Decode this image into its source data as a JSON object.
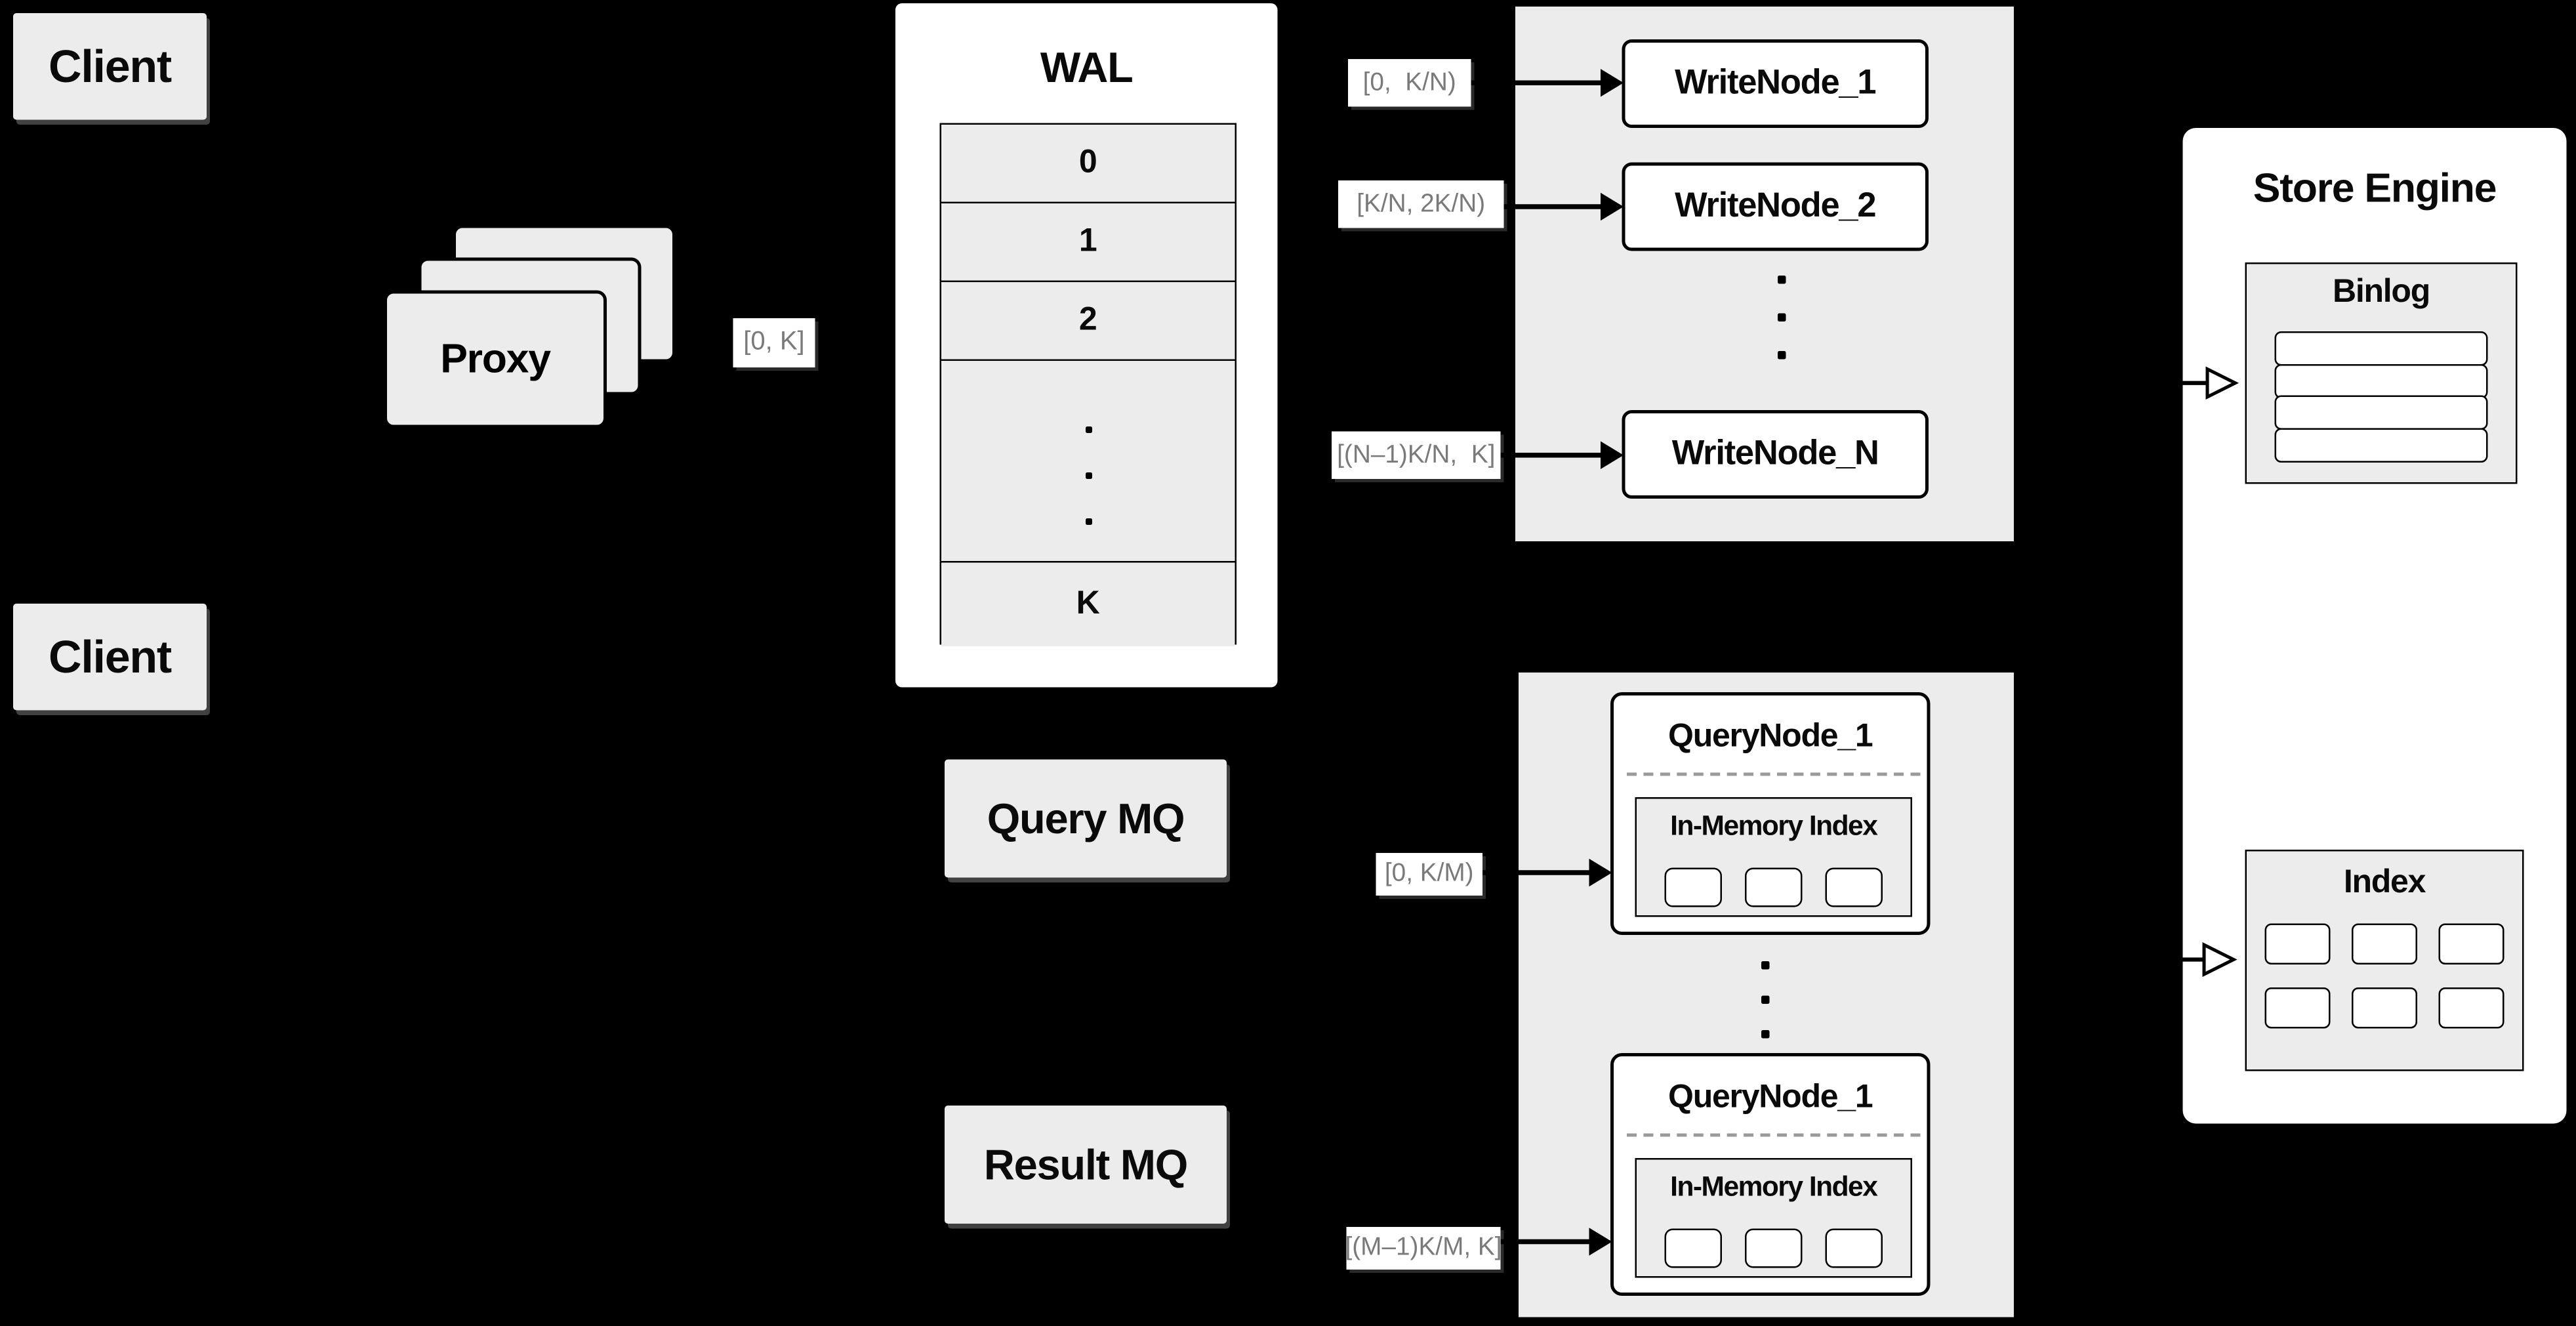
{
  "clients": {
    "top": "Client",
    "bottom": "Client"
  },
  "proxy": {
    "label": "Proxy"
  },
  "wal": {
    "title": "WAL",
    "rows": [
      "0",
      "1",
      "2"
    ],
    "last_row": "K"
  },
  "write_group": {
    "node1": "WriteNode_1",
    "node2": "WriteNode_2",
    "nodeN": "WriteNode_N"
  },
  "query_group": {
    "node1_title": "QueryNode_1",
    "node1_inmem": "In-Memory Index",
    "node2_title": "QueryNode_1",
    "node2_inmem": "In-Memory Index"
  },
  "store_engine": {
    "title": "Store Engine",
    "binlog": "Binlog",
    "index": "Index"
  },
  "mq": {
    "query": "Query MQ",
    "result": "Result MQ"
  },
  "range_labels": {
    "proxy_wal": "[0, K]",
    "wal_write_1": "[0,  K/N)",
    "wal_write_2": "[K/N, 2K/N)",
    "wal_write_n": "[(N–1)K/N,  K]",
    "query_node_1": "[0, K/M)",
    "query_node_m": "[(M–1)K/M, K]"
  },
  "colors": {
    "background": "#000000",
    "box_gray": "#ECECEC",
    "box_white": "#FFFFFF",
    "stroke": "#000000",
    "label_text": "#7A7A7A",
    "dash": "#9A9A9A"
  }
}
